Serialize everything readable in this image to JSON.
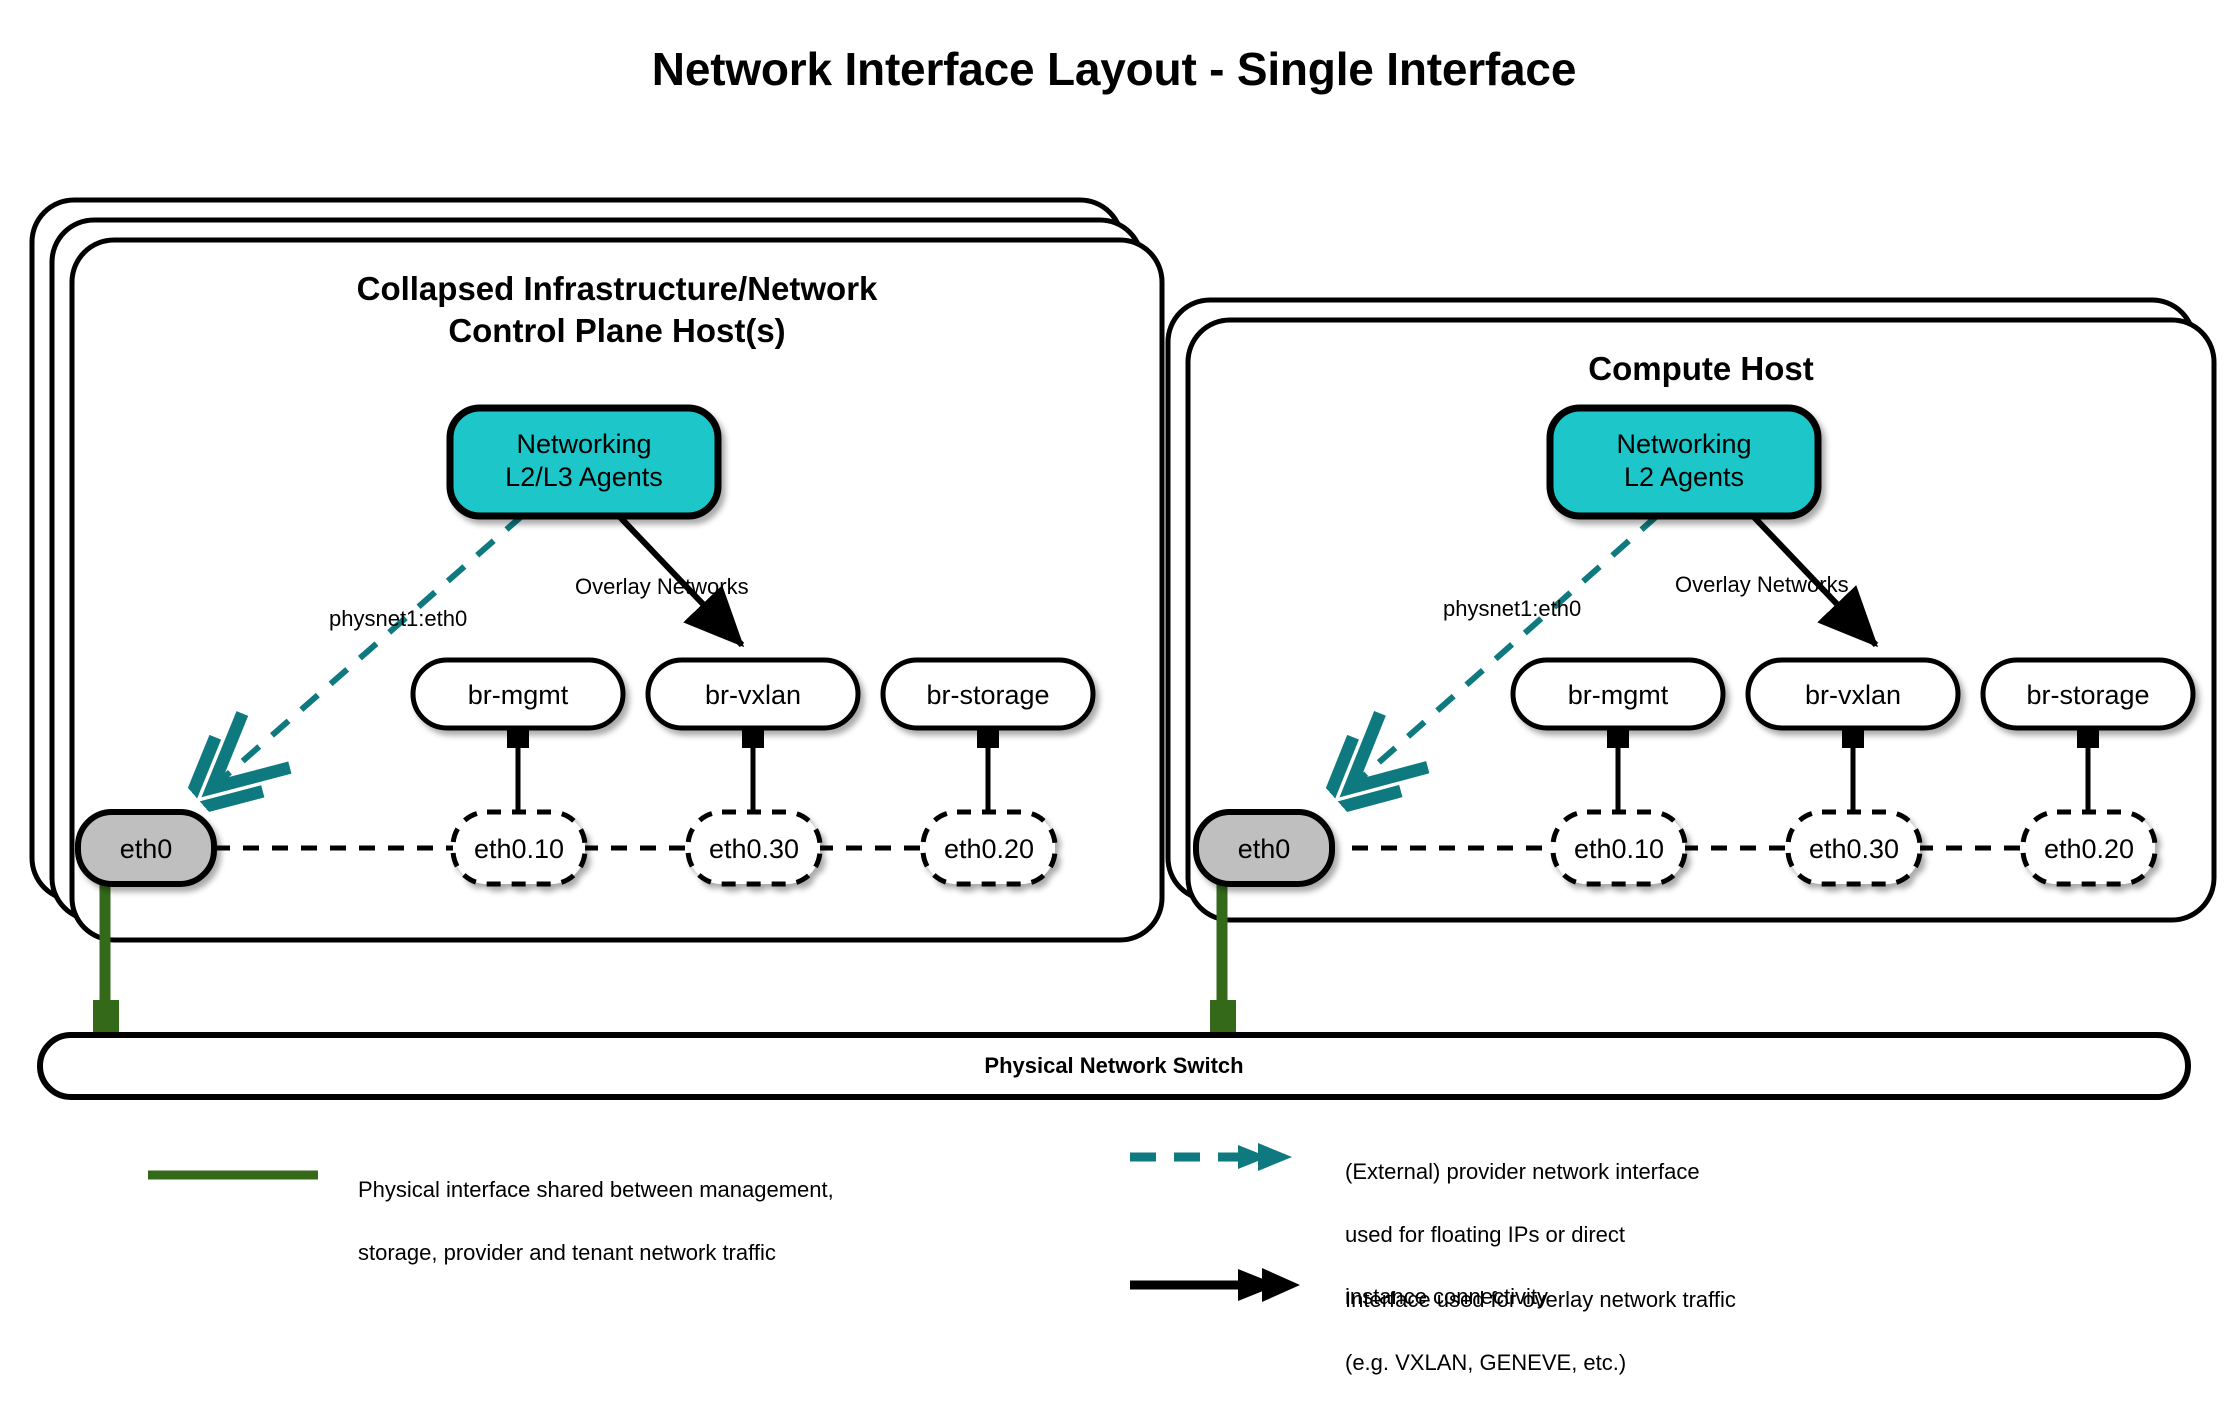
{
  "title": "Network Interface Layout - Single Interface",
  "colors": {
    "agent_fill": "#1fc6c9",
    "nic_fill": "#bfbfbf",
    "physical_green": "#35691a",
    "provider_teal": "#0e7a80",
    "stroke": "#000000",
    "background": "#ffffff"
  },
  "hosts": [
    {
      "id": "control-plane",
      "title": "Collapsed Infrastructure/Network\nControl Plane Host(s)",
      "title_line1": "Collapsed Infrastructure/Network",
      "title_line2": "Control Plane Host(s)",
      "stack_count": 3,
      "agent": {
        "line1": "Networking",
        "line2": "L2/L3 Agents"
      },
      "provider_label": "physnet1:eth0",
      "overlay_label": "Overlay Networks",
      "nic": "eth0",
      "bridges": [
        {
          "bridge": "br-mgmt",
          "vlan": "eth0.10"
        },
        {
          "bridge": "br-vxlan",
          "vlan": "eth0.30"
        },
        {
          "bridge": "br-storage",
          "vlan": "eth0.20"
        }
      ]
    },
    {
      "id": "compute",
      "title": "Compute Host",
      "title_line1": "Compute Host",
      "title_line2": "",
      "stack_count": 2,
      "agent": {
        "line1": "Networking",
        "line2": "L2 Agents"
      },
      "provider_label": "physnet1:eth0",
      "overlay_label": "Overlay Networks",
      "nic": "eth0",
      "bridges": [
        {
          "bridge": "br-mgmt",
          "vlan": "eth0.10"
        },
        {
          "bridge": "br-vxlan",
          "vlan": "eth0.30"
        },
        {
          "bridge": "br-storage",
          "vlan": "eth0.20"
        }
      ]
    }
  ],
  "switch": {
    "label": "Physical Network Switch"
  },
  "legend": [
    {
      "id": "physical",
      "marker": "solid-green-line",
      "line1": "Physical interface shared between management,",
      "line2": "storage, provider and tenant network traffic",
      "text": "Physical interface shared between management,\nstorage, provider and tenant network traffic"
    },
    {
      "id": "provider",
      "marker": "teal-dashed-double-arrow",
      "line1": "(External) provider network interface",
      "line2": "used for floating IPs or direct",
      "line3": "instance connectivity",
      "text": "(External) provider network interface\nused for floating IPs or direct\ninstance connectivity"
    },
    {
      "id": "overlay",
      "marker": "black-solid-double-arrow",
      "line1": "Interface used for overlay network traffic",
      "line2": "(e.g. VXLAN, GENEVE, etc.)",
      "text": "Interface used for overlay network traffic\n(e.g. VXLAN, GENEVE, etc.)"
    }
  ]
}
